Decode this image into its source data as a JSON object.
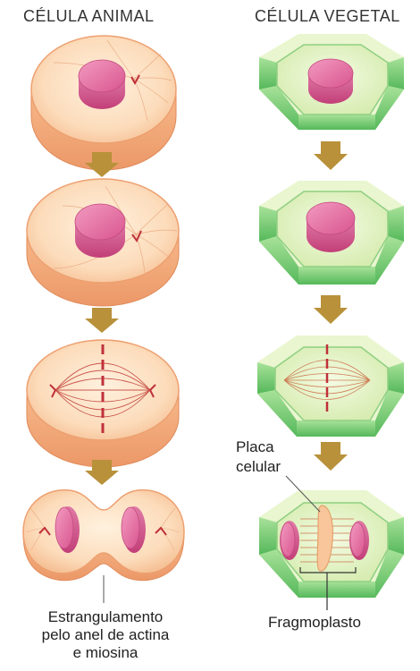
{
  "titles": {
    "animal": "CÉLULA ANIMAL",
    "plant": "CÉLULA VEGETAL"
  },
  "labels": {
    "cell_plate_line1": "Placa",
    "cell_plate_line2": "celular",
    "phragmoplast": "Fragmoplasto",
    "constriction_line1": "Estrangulamento",
    "constriction_line2": "pelo anel de actina",
    "constriction_line3": "e miosina"
  },
  "colors": {
    "animal_cytoplasm": "#fbd9b8",
    "animal_membrane": "#f0a878",
    "plant_cytoplasm": "#e5f3c4",
    "plant_wall": "#7fcf7a",
    "nucleus": "#d4548c",
    "arrow": "#b8913a",
    "fibers": "#c0403a"
  }
}
